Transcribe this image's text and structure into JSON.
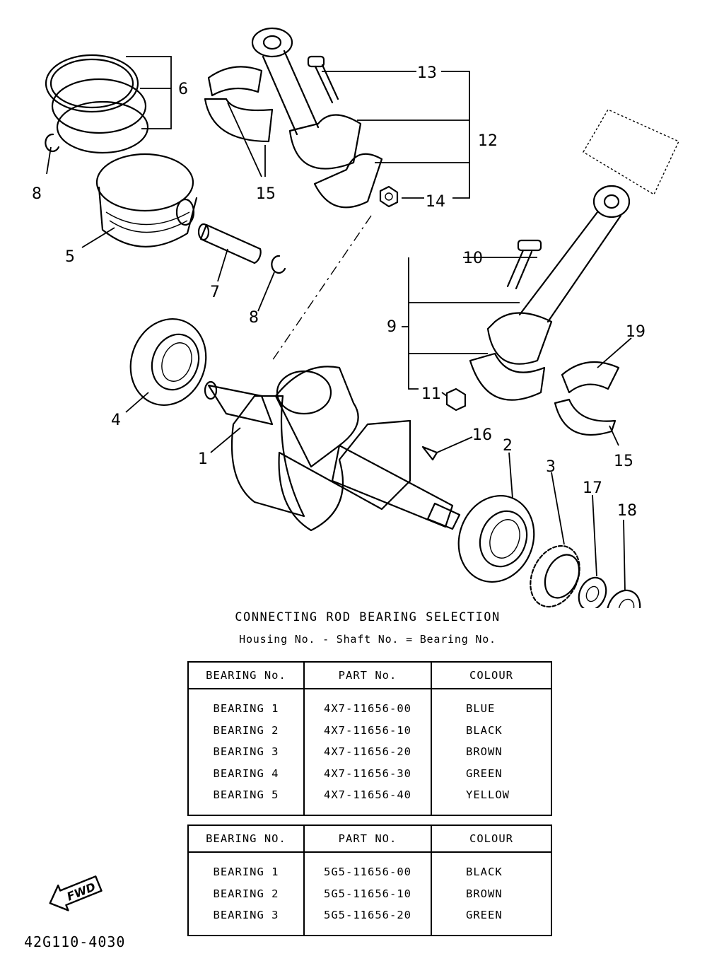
{
  "callouts": [
    {
      "id": "1",
      "label": "1"
    },
    {
      "id": "2",
      "label": "2"
    },
    {
      "id": "3",
      "label": "3"
    },
    {
      "id": "4",
      "label": "4"
    },
    {
      "id": "5",
      "label": "5"
    },
    {
      "id": "6",
      "label": "6"
    },
    {
      "id": "7",
      "label": "7"
    },
    {
      "id": "8a",
      "label": "8"
    },
    {
      "id": "8b",
      "label": "8"
    },
    {
      "id": "9",
      "label": "9"
    },
    {
      "id": "10",
      "label": "10"
    },
    {
      "id": "11",
      "label": "11"
    },
    {
      "id": "12",
      "label": "12"
    },
    {
      "id": "13",
      "label": "13"
    },
    {
      "id": "14",
      "label": "14"
    },
    {
      "id": "15a",
      "label": "15"
    },
    {
      "id": "15b",
      "label": "15"
    },
    {
      "id": "16",
      "label": "16"
    },
    {
      "id": "17",
      "label": "17"
    },
    {
      "id": "18",
      "label": "18"
    },
    {
      "id": "19",
      "label": "19"
    }
  ],
  "selection": {
    "title": "CONNECTING ROD BEARING SELECTION",
    "formula": "Housing No. - Shaft No. = Bearing No."
  },
  "table1": {
    "headers": [
      "BEARING No.",
      "PART No.",
      "COLOUR"
    ],
    "rows": [
      [
        "BEARING 1",
        "4X7-11656-00",
        "BLUE"
      ],
      [
        "BEARING 2",
        "4X7-11656-10",
        "BLACK"
      ],
      [
        "BEARING 3",
        "4X7-11656-20",
        "BROWN"
      ],
      [
        "BEARING 4",
        "4X7-11656-30",
        "GREEN"
      ],
      [
        "BEARING 5",
        "4X7-11656-40",
        "YELLOW"
      ]
    ]
  },
  "table2": {
    "headers": [
      "BEARING NO.",
      "PART NO.",
      "COLOUR"
    ],
    "rows": [
      [
        "BEARING 1",
        "5G5-11656-00",
        "BLACK"
      ],
      [
        "BEARING 2",
        "5G5-11656-10",
        "BROWN"
      ],
      [
        "BEARING 3",
        "5G5-11656-20",
        "GREEN"
      ]
    ]
  },
  "fwd_label": "FWD",
  "doc_code": "42G110-4030"
}
